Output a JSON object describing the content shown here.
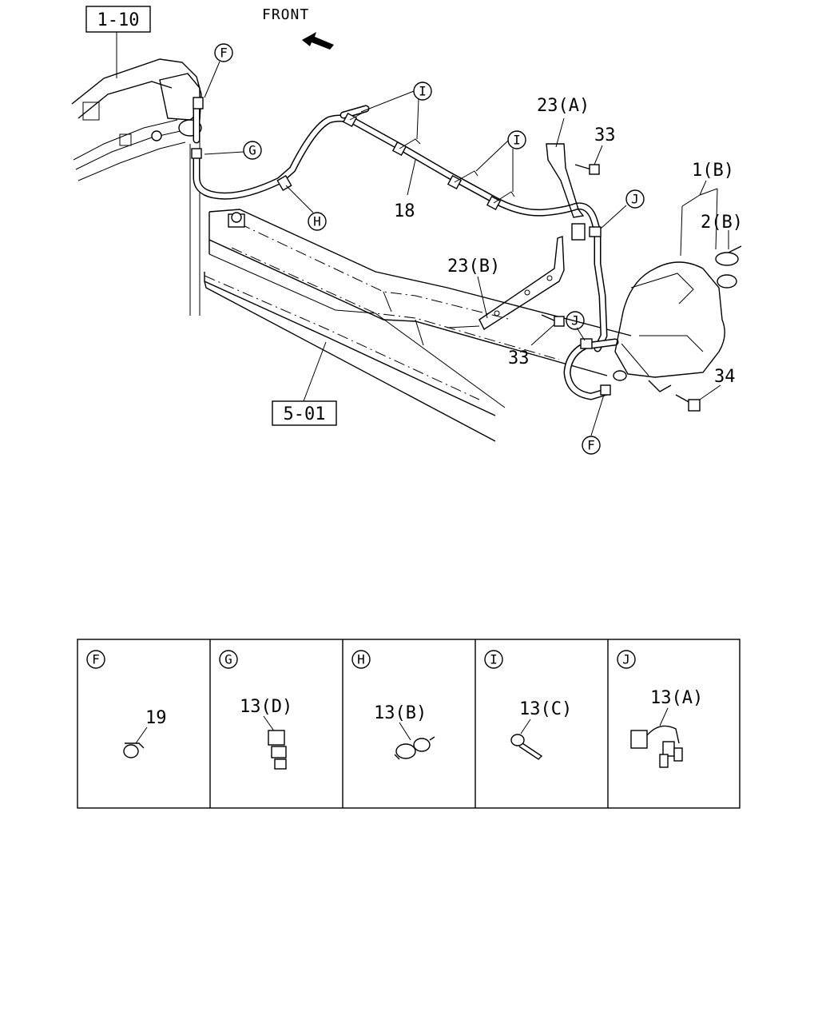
{
  "header": {
    "direction_label": "FRONT",
    "ref_box_top": "1-10",
    "ref_box_bottom": "5-01"
  },
  "callouts": {
    "hose": "18",
    "bracket_a": "23(A)",
    "bracket_b": "23(B)",
    "bolt_upper": "33",
    "bolt_lower": "33",
    "tank": "1(B)",
    "cap": "2(B)",
    "bolt_tank": "34"
  },
  "markers": {
    "f_top": "F",
    "g": "G",
    "h": "H",
    "i_upper": "I",
    "i_lower": "I",
    "j_upper": "J",
    "j_lower": "J",
    "f_bottom": "F"
  },
  "detail_panels": [
    {
      "key": "F",
      "part": "19"
    },
    {
      "key": "G",
      "part": "13(D)"
    },
    {
      "key": "H",
      "part": "13(B)"
    },
    {
      "key": "I",
      "part": "13(C)"
    },
    {
      "key": "J",
      "part": "13(A)"
    }
  ]
}
